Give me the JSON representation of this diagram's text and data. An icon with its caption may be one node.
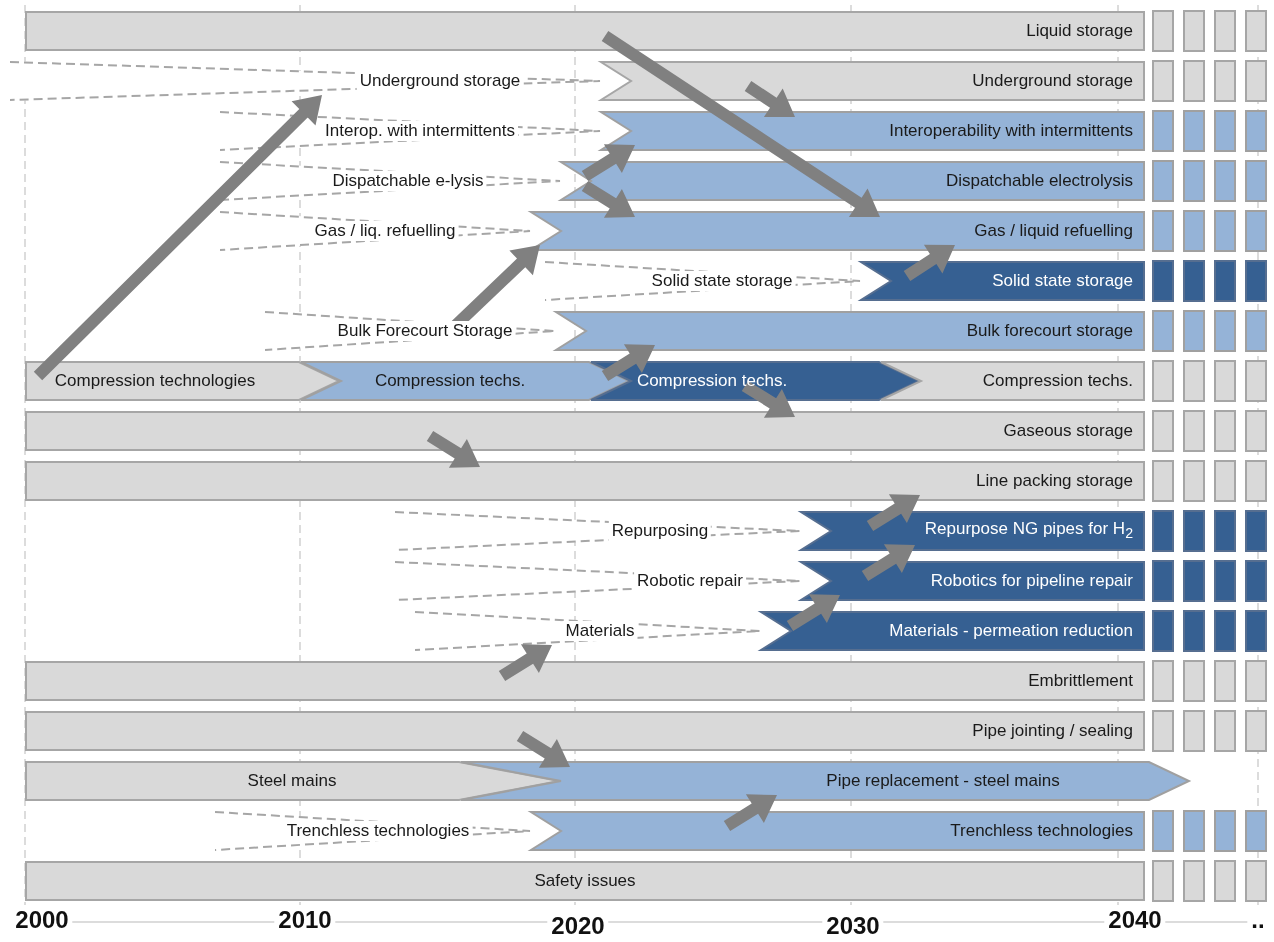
{
  "diagram": {
    "nodes": [
      {
        "text": [
          "Liquid storage"
        ]
      },
      {
        "text": [
          "Underground storage"
        ]
      },
      {
        "text": [
          "Underground storage"
        ]
      },
      {
        "text": [
          "Interop. with intermittents"
        ]
      },
      {
        "text": [
          "Interoperability with intermittents"
        ]
      },
      {
        "text": [
          "Dispatchable e-lysis"
        ]
      },
      {
        "text": [
          "Dispatchable electrolysis"
        ]
      },
      {
        "text": [
          "Gas / liq. refuelling"
        ]
      },
      {
        "text": [
          "Gas / liquid refuelling"
        ]
      },
      {
        "text": [
          "Solid state storage"
        ]
      },
      {
        "text": [
          "Solid state storage"
        ]
      },
      {
        "text": [
          "Bulk Forecourt Storage"
        ]
      },
      {
        "text": [
          "Bulk forecourt storage"
        ]
      },
      {
        "text": [
          "Compression technologies"
        ]
      },
      {
        "text": [
          "Compression techs."
        ]
      },
      {
        "text": [
          "Compression techs."
        ]
      },
      {
        "text": [
          "Compression techs."
        ]
      },
      {
        "text": [
          "Gaseous storage"
        ]
      },
      {
        "text": [
          "Line packing storage"
        ]
      },
      {
        "text": [
          "Repurposing"
        ]
      },
      {
        "text": [
          "Repurpose NG pipes for H$_{2}$"
        ]
      },
      {
        "text": [
          "Robotic repair"
        ]
      },
      {
        "text": [
          "Robotics for pipeline repair"
        ]
      },
      {
        "text": [
          "Materials"
        ]
      },
      {
        "text": [
          "Materials - permeation reduction"
        ]
      },
      {
        "text": [
          "Embrittlement"
        ]
      },
      {
        "text": [
          "Pipe jointing / sealing"
        ]
      },
      {
        "text": [
          "Steel mains"
        ]
      },
      {
        "text": [
          "Pipe replacement - steel mains"
        ]
      },
      {
        "text": [
          "Trenchless technologies"
        ]
      },
      {
        "text": [
          "Trenchless technologies"
        ]
      },
      {
        "text": [
          "Safety issues"
        ]
      }
    ],
    "edges": [
      {
        "from": 13,
        "to": 1,
        "arrow": "to"
      },
      {
        "from": 0,
        "to": 8,
        "arrow": "to"
      },
      {
        "from": 2,
        "to": 4,
        "arrow": "to"
      },
      {
        "from": 6,
        "to": 4,
        "arrow": "to"
      },
      {
        "from": 6,
        "to": 8,
        "arrow": "to"
      },
      {
        "from": 11,
        "to": 8,
        "arrow": "to"
      },
      {
        "from": 10,
        "to": 8,
        "arrow": "to"
      },
      {
        "from": 14,
        "to": 12,
        "arrow": "to"
      },
      {
        "from": 15,
        "to": 17,
        "arrow": "to"
      },
      {
        "from": 17,
        "to": 18,
        "arrow": "to"
      },
      {
        "from": 20,
        "to": 18,
        "arrow": "to"
      },
      {
        "from": 22,
        "to": 20,
        "arrow": "to"
      },
      {
        "from": 24,
        "to": 22,
        "arrow": "to"
      },
      {
        "from": 25,
        "to": 23,
        "arrow": "to"
      },
      {
        "from": 26,
        "to": 28,
        "arrow": "to"
      },
      {
        "from": 30,
        "to": 28,
        "arrow": "to"
      }
    ],
    "labels": [
      "2000",
      "2010",
      "2020",
      "2030",
      "2040",
      ".."
    ]
  }
}
